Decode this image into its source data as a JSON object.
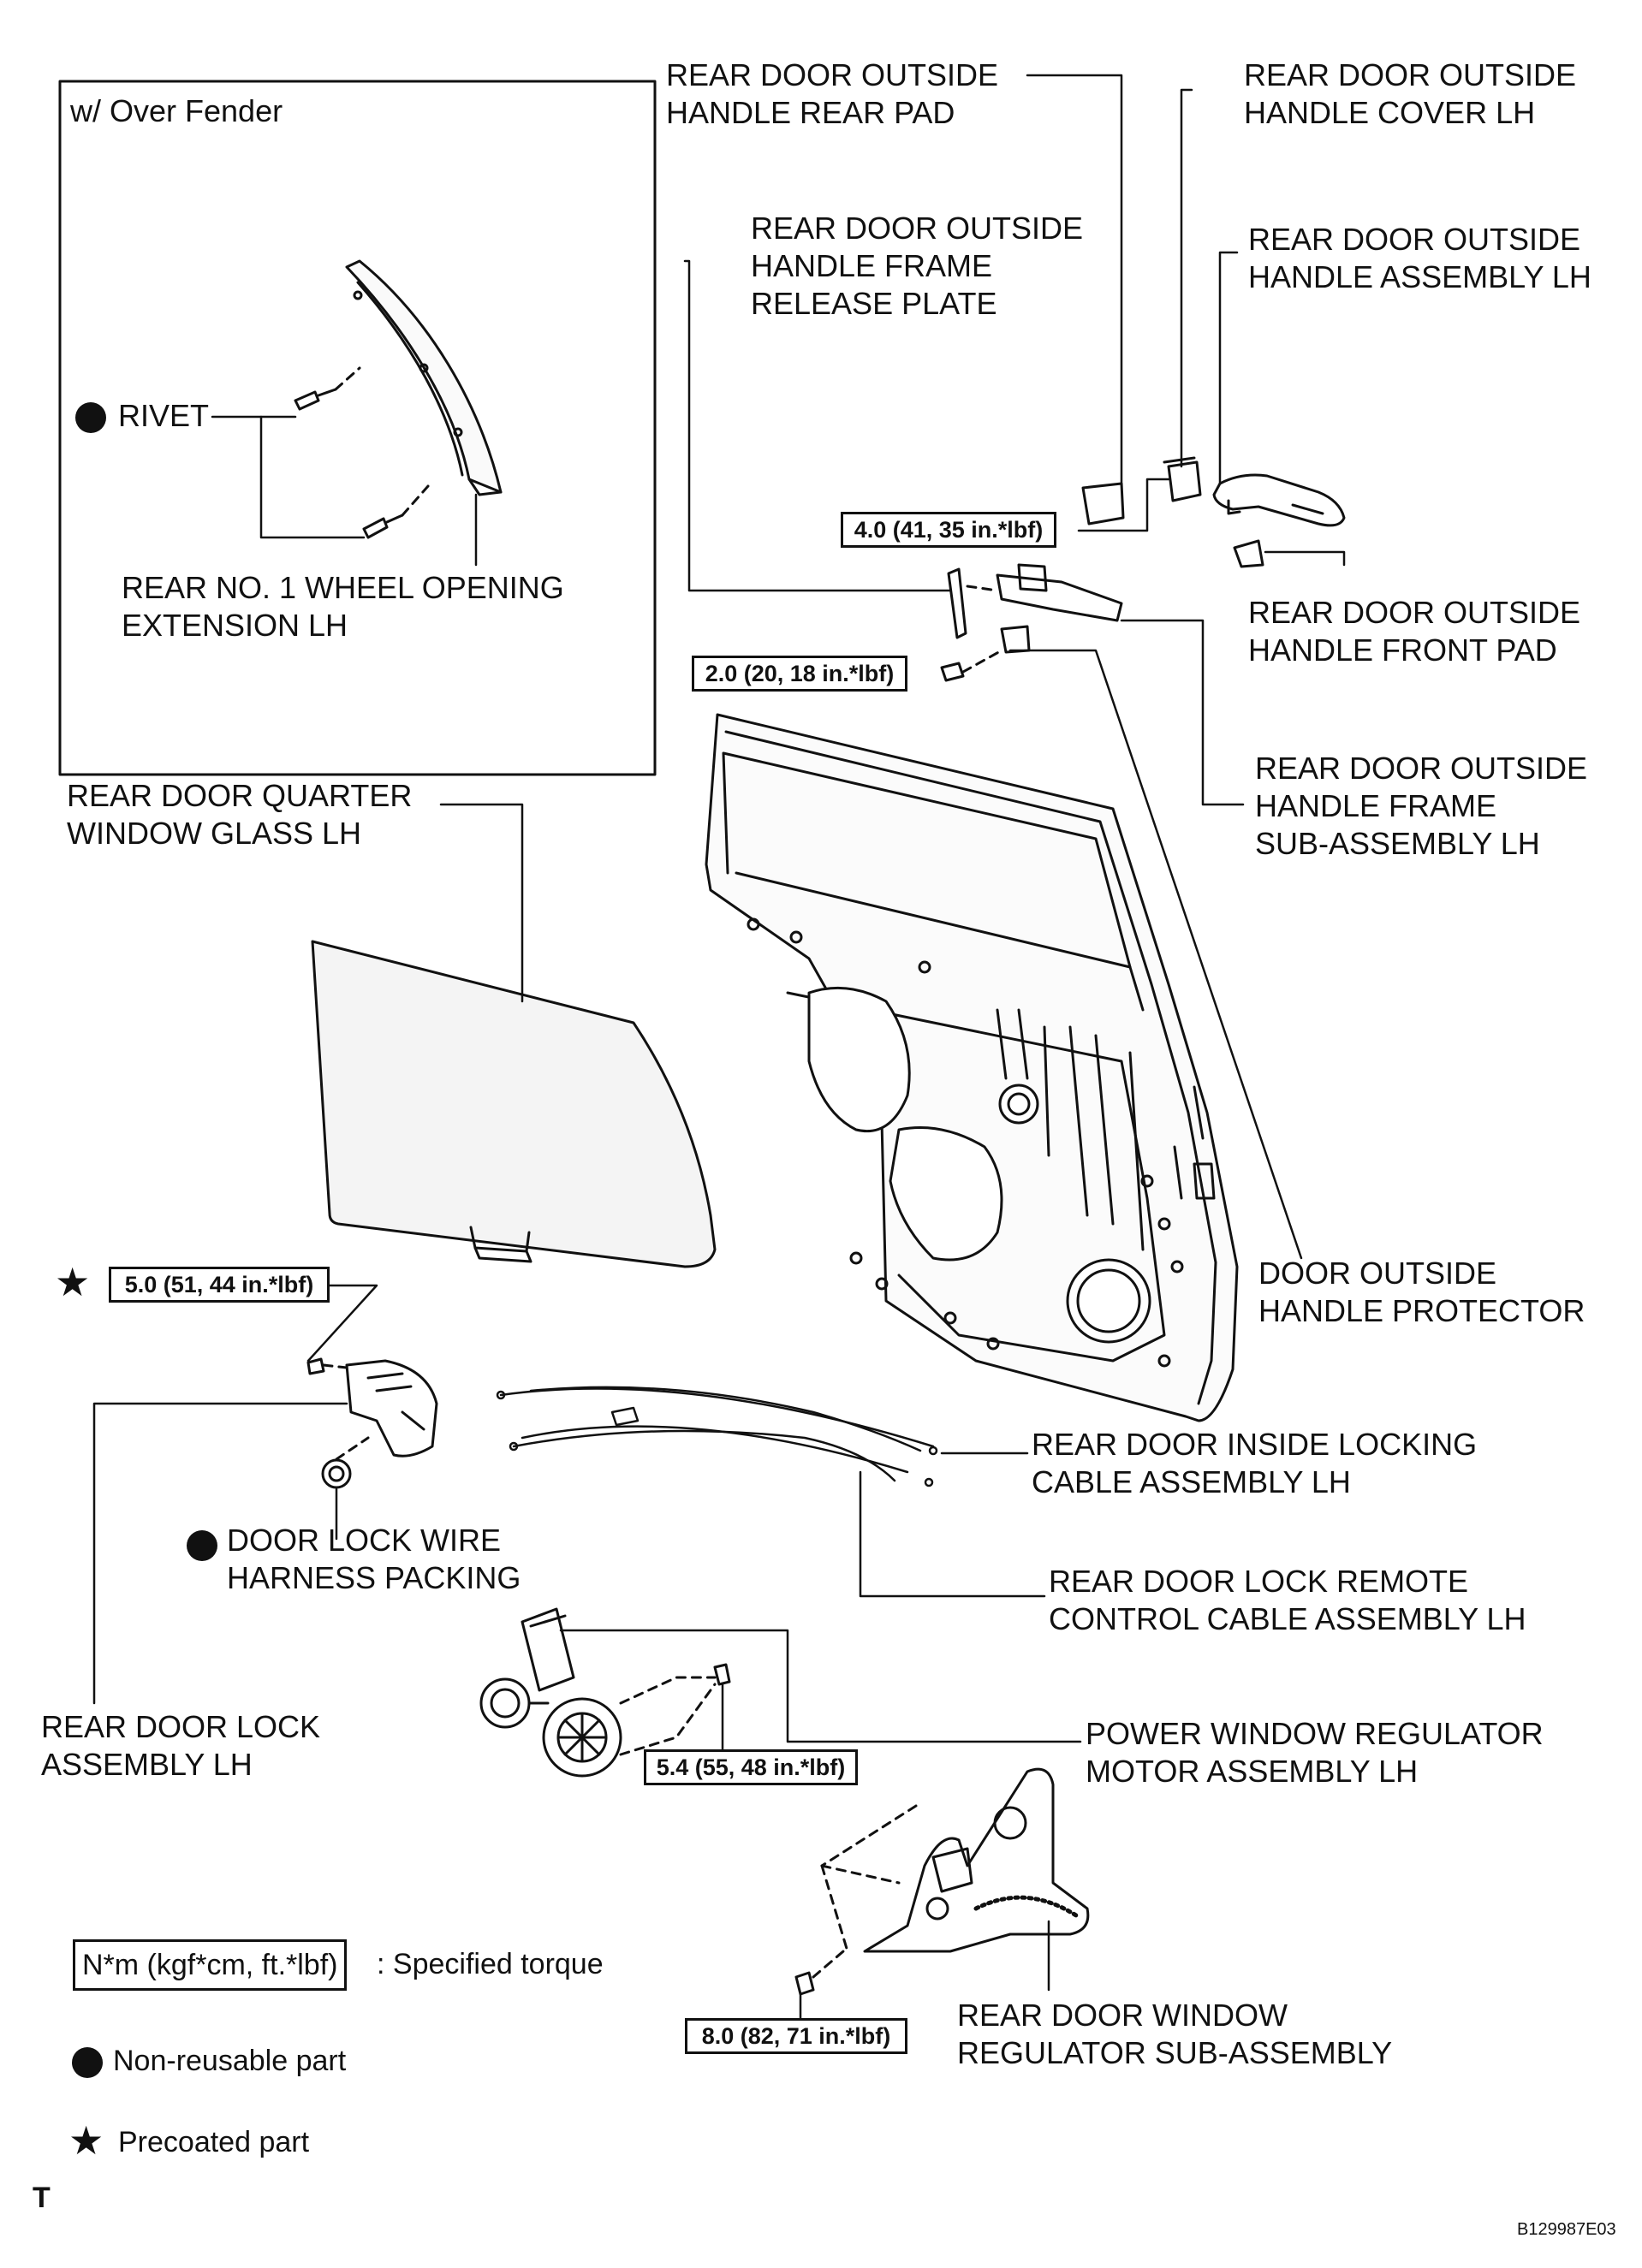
{
  "inset_title": "w/ Over Fender",
  "labels": {
    "rivet": "RIVET",
    "wheel_ext": [
      "REAR NO. 1 WHEEL OPENING",
      "EXTENSION LH"
    ],
    "rear_pad": [
      "REAR DOOR OUTSIDE",
      "HANDLE REAR PAD"
    ],
    "handle_cover": [
      "REAR DOOR OUTSIDE",
      "HANDLE COVER LH"
    ],
    "release_plate": [
      "REAR DOOR OUTSIDE",
      "HANDLE FRAME",
      "RELEASE PLATE"
    ],
    "handle_assembly": [
      "REAR DOOR OUTSIDE",
      "HANDLE ASSEMBLY LH"
    ],
    "front_pad": [
      "REAR DOOR OUTSIDE",
      "HANDLE FRONT PAD"
    ],
    "frame_sub": [
      "REAR DOOR OUTSIDE",
      "HANDLE FRAME",
      "SUB-ASSEMBLY LH"
    ],
    "quarter_glass": [
      "REAR DOOR QUARTER",
      "WINDOW GLASS LH"
    ],
    "protector": [
      "DOOR OUTSIDE",
      "HANDLE PROTECTOR"
    ],
    "locking_cable": [
      "REAR DOOR INSIDE LOCKING",
      "CABLE ASSEMBLY LH"
    ],
    "remote_cable": [
      "REAR DOOR LOCK REMOTE",
      "CONTROL CABLE ASSEMBLY LH"
    ],
    "packing": [
      "DOOR LOCK WIRE",
      "HARNESS PACKING"
    ],
    "lock_assembly": [
      "REAR DOOR LOCK",
      "ASSEMBLY LH"
    ],
    "motor": [
      "POWER WINDOW REGULATOR",
      "MOTOR ASSEMBLY LH"
    ],
    "regulator": [
      "REAR DOOR WINDOW",
      "REGULATOR SUB-ASSEMBLY"
    ]
  },
  "torques": {
    "t_handle": "4.0 (41, 35 in.*lbf)",
    "t_frame": "2.0 (20, 18 in.*lbf)",
    "t_lock": "5.0 (51, 44 in.*lbf)",
    "t_motor": "5.4 (55, 48 in.*lbf)",
    "t_regulator": "8.0 (82, 71 in.*lbf)"
  },
  "legend": {
    "torque_box": "N*m (kgf*cm, ft.*lbf)",
    "torque_text": ": Specified torque",
    "nonreusable": "Non-reusable part",
    "precoated": "Precoated part"
  },
  "corner_mark": "T",
  "figure_code": "B129987E03",
  "colors": {
    "ink": "#111111",
    "paper": "#ffffff",
    "glass": "#f4f4f4"
  }
}
